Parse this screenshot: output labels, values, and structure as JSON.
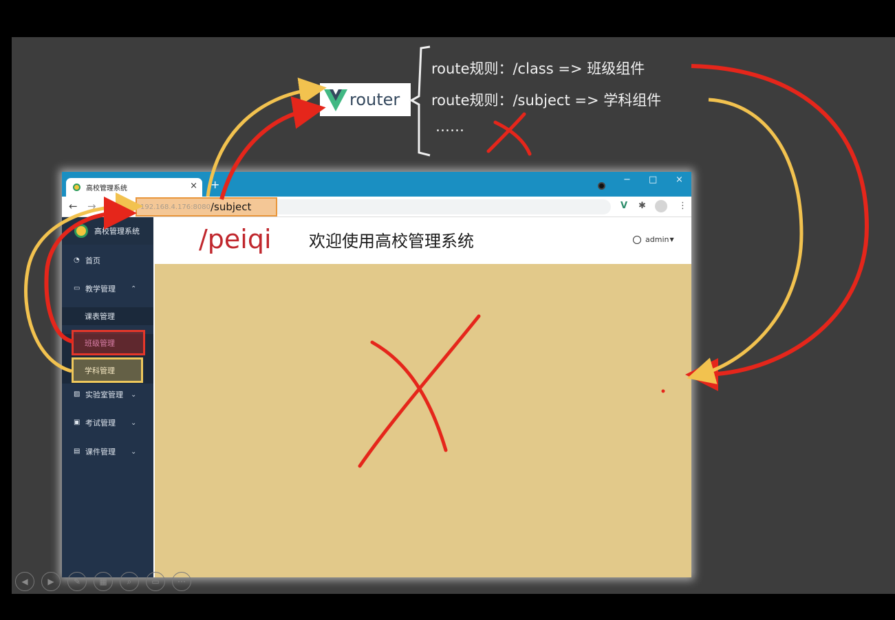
{
  "route_rules": {
    "line1": "route规则：/class =>  班级组件",
    "line2": "route规则：/subject => 学科组件",
    "line3": "……"
  },
  "vrouter_logo": {
    "text": "router"
  },
  "browser": {
    "tab_title": "高校管理系统",
    "tab_close": "×",
    "new_tab": "+",
    "window_controls": {
      "minimize": "−",
      "maximize": "□",
      "close": "×"
    },
    "url_host": "192.168.4.176:8080",
    "url_path": "/subject",
    "nav": {
      "back": "←",
      "forward": "→",
      "reload": "C"
    }
  },
  "sidebar": {
    "brand": "高校管理系统",
    "items": [
      {
        "label": "首页",
        "icon": "dashboard-icon"
      },
      {
        "label": "教学管理",
        "icon": "monitor-icon",
        "arrow": "⌃"
      },
      {
        "label": "课表管理"
      },
      {
        "label": "班级管理"
      },
      {
        "label": "学科管理"
      },
      {
        "label": "实验室管理",
        "icon": "edit-icon",
        "arrow": "⌄"
      },
      {
        "label": "考试管理",
        "icon": "lock-icon",
        "arrow": "⌄"
      },
      {
        "label": "课件管理",
        "icon": "file-icon",
        "arrow": "⌄"
      }
    ]
  },
  "header": {
    "handwritten_path": "/peiqi",
    "welcome": "欢迎使用高校管理系统",
    "user": "admin"
  },
  "colors": {
    "sidebar": "#22334a",
    "content": "#e2c98a",
    "tabstrip": "#1a8fc2",
    "red_annotation": "#e5372a",
    "yellow_annotation": "#eec85c"
  }
}
